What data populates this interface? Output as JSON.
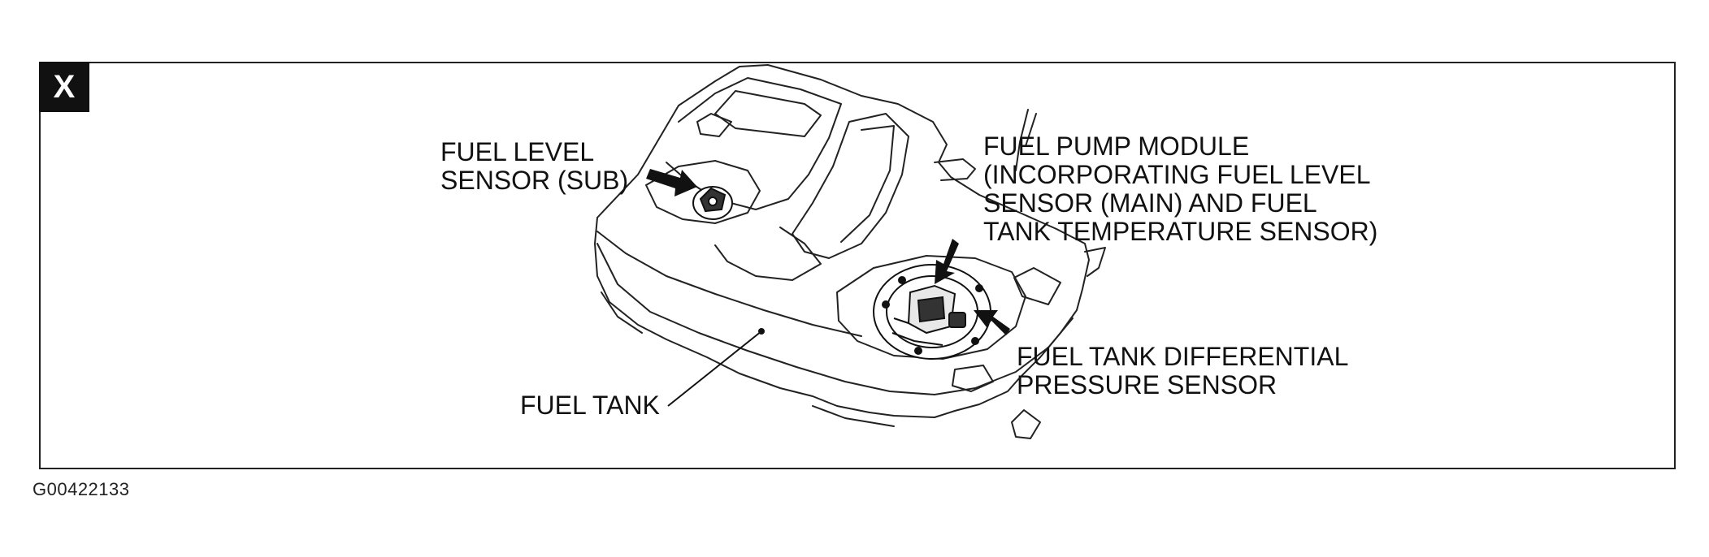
{
  "panel": {
    "badge": "X",
    "figure_id": "G00422133"
  },
  "labels": {
    "fuel_level_sensor_sub": [
      "FUEL LEVEL",
      "SENSOR (SUB)"
    ],
    "fuel_pump_module": [
      "FUEL PUMP MODULE",
      "(INCORPORATING FUEL LEVEL",
      "SENSOR (MAIN) AND FUEL",
      "TANK TEMPERATURE SENSOR)"
    ],
    "fuel_tank_differential_pressure_sensor": [
      "FUEL TANK DIFFERENTIAL",
      "PRESSURE SENSOR"
    ],
    "fuel_tank": "FUEL TANK"
  }
}
